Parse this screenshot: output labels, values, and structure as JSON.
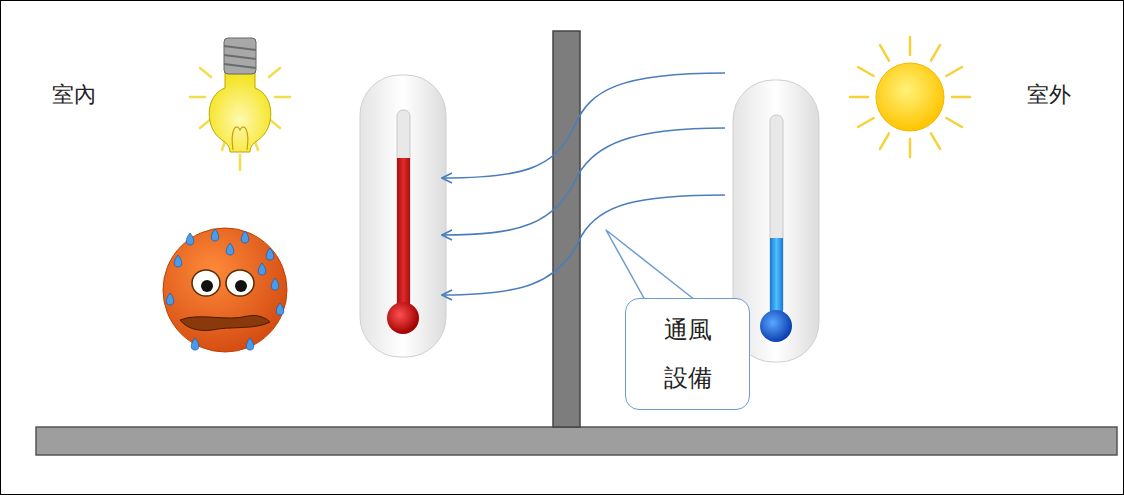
{
  "diagram": {
    "nodes": [
      {
        "text": [
          "通風 設備"
        ]
      }
    ],
    "labels": [
      "室內",
      "室外"
    ]
  }
}
